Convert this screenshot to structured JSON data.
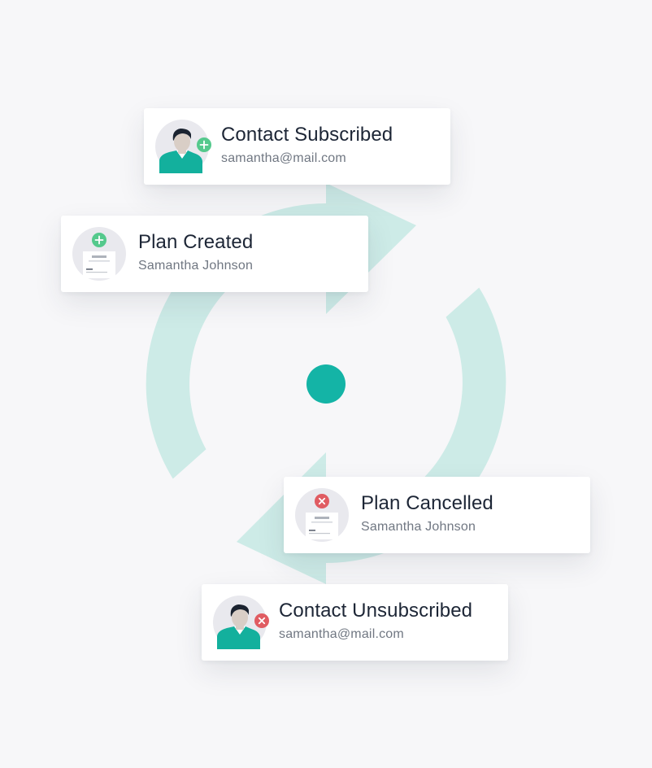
{
  "colors": {
    "background": "#f7f7f9",
    "cycle_ring": "#cdebe7",
    "center_dot": "#14b4a6",
    "card_background": "#ffffff",
    "title_text": "#1d2636",
    "subtitle_text": "#707782",
    "add_badge": "#54c98c",
    "remove_badge": "#e05c62",
    "avatar_shirt": "#13b09d"
  },
  "cycle": {
    "icon": "refresh-cycle-icon",
    "center_icon": "center-dot-icon"
  },
  "events": [
    {
      "title": "Contact Subscribed",
      "subtitle": "samantha@mail.com",
      "icon": "person-avatar-icon",
      "badge_icon": "plus-icon"
    },
    {
      "title": "Plan Created",
      "subtitle": "Samantha Johnson",
      "icon": "document-icon",
      "badge_icon": "plus-icon"
    },
    {
      "title": "Plan Cancelled",
      "subtitle": "Samantha Johnson",
      "icon": "document-icon",
      "badge_icon": "close-icon"
    },
    {
      "title": "Contact Unsubscribed",
      "subtitle": "samantha@mail.com",
      "icon": "person-avatar-icon",
      "badge_icon": "close-icon"
    }
  ]
}
